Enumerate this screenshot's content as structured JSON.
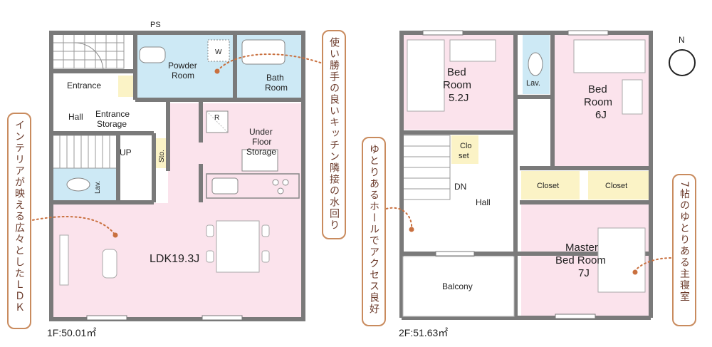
{
  "floor1": {
    "caption": "1F:50.01㎡",
    "rooms": {
      "entrance": "Entrance",
      "hall": "Hall",
      "entrance_storage_1": "Entrance",
      "entrance_storage_2": "Storage",
      "powder_1": "Powder",
      "powder_2": "Room",
      "bath_1": "Bath",
      "bath_2": "Room",
      "ps": "PS",
      "w": "W",
      "r": "R",
      "under_1": "Under",
      "under_2": "Floor",
      "under_3": "Storage",
      "sto": "Sto.",
      "up": "UP",
      "lav": "Lav.",
      "ldk": "LDK19.3J"
    }
  },
  "floor2": {
    "caption": "2F:51.63㎡",
    "rooms": {
      "bed1_1": "Bed",
      "bed1_2": "Room",
      "bed1_3": "5.2J",
      "bed2_1": "Bed",
      "bed2_2": "Room",
      "bed2_3": "6J",
      "closet_small_1": "Clo",
      "closet_small_2": "set",
      "closet_a": "Closet",
      "closet_b": "Closet",
      "dn": "DN",
      "hall": "Hall",
      "lav": "Lav.",
      "master_1": "Master",
      "master_2": "Bed Room",
      "master_3": "7J",
      "balcony": "Balcony"
    }
  },
  "compass": "N",
  "callouts": {
    "left": "インテリアが映える広々としたＬＤＫ",
    "kitchen": "使い勝手の良いキッチン隣接の水回り",
    "hall2": "ゆとりあるホールでアクセス良好",
    "master": "7帖のゆとりある主寝室"
  },
  "colors": {
    "wall": "#7a7a7a",
    "pink": "#fbe3ec",
    "blue": "#cde9f5",
    "yellow": "#fbf3c6",
    "accent": "#c9703f"
  }
}
